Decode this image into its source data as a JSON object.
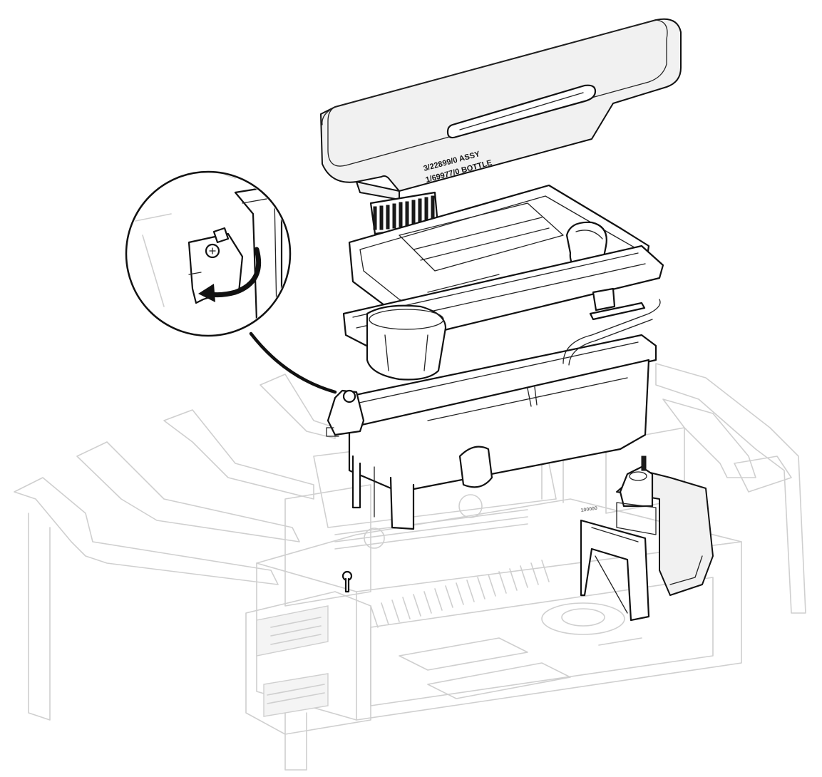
{
  "diagram": {
    "bottle_label": {
      "line1": "3/22899/0 ASSY",
      "line2": "1/69977/0 BOTTLE"
    },
    "step_label": "100000"
  }
}
